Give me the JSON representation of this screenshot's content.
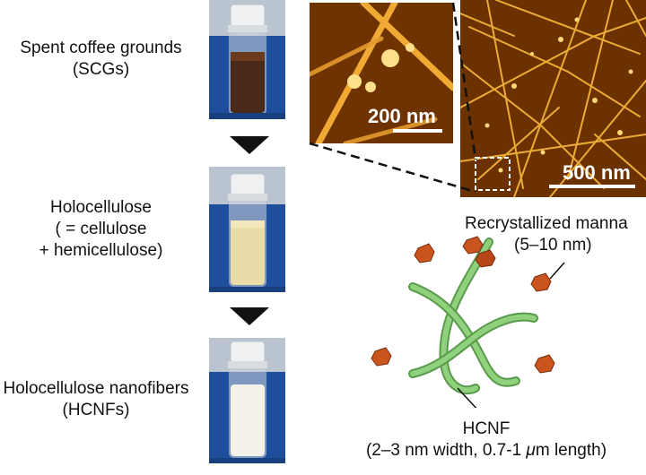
{
  "process": {
    "step1": {
      "line1": "Spent coffee grounds",
      "line2": "(SCGs)"
    },
    "step2": {
      "line1": "Holocellulose",
      "line2": "( = cellulose",
      "line3": "+ hemicellulose)"
    },
    "step3": {
      "line1": "Holocellulose nanofibers",
      "line2": "(HCNFs)"
    }
  },
  "afm": {
    "inset_scale": "200 nm",
    "main_scale": "500 nm"
  },
  "schematic": {
    "mannan_title": "Recrystallized manna",
    "mannan_size": "(5–10 nm)",
    "hcnf_title": "HCNF",
    "hcnf_size_prefix": "(2–3 nm width, 0.7-1 ",
    "hcnf_size_mu": "μ",
    "hcnf_size_suffix": "m length)"
  },
  "colors": {
    "afm_background": "#6b3200",
    "fiber": "#f2b23a",
    "nanofiber_green": "#79c36a",
    "crystal": "#c9541d",
    "photo_bg": "#1f4f9c"
  }
}
